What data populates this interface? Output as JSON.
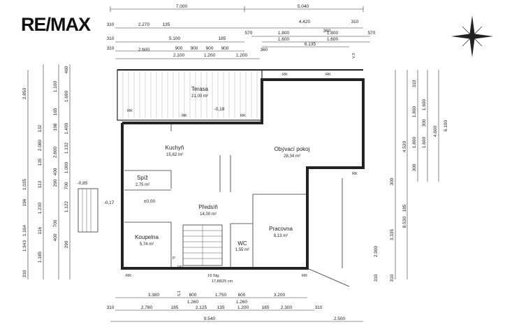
{
  "brand": {
    "logo_text": "RE/MAX"
  },
  "rooms": {
    "terasa": {
      "name": "Terasa",
      "area": "21,00 m²"
    },
    "kuchyn": {
      "name": "Kuchyň",
      "area": "15,82 m²"
    },
    "obyvaci": {
      "name": "Obývací pokoj",
      "area": "28,34 m²"
    },
    "spiz": {
      "name": "Spíž",
      "area": "2,75 m²"
    },
    "predsin": {
      "name": "Předsíň",
      "area": "14,00 m²"
    },
    "pracovna": {
      "name": "Pracovna",
      "area": "8,13 m²"
    },
    "koupelna": {
      "name": "Koupelna",
      "area": "5,74 m²"
    },
    "wc": {
      "name": "WC",
      "area": "1,55 m²"
    }
  },
  "levels": {
    "terrace": "-0,18",
    "entry_step": "-0,17",
    "outside": "-0,85",
    "ground": "±0,00"
  },
  "stairs": {
    "line1": "16 Stg.",
    "line2": "17,88/25 cm"
  },
  "marks": {
    "rk": "RK",
    "rr": "RR",
    "section_a": "V.3",
    "section_b": "S.1",
    "column": "P"
  },
  "dims": {
    "top_total_left": "7.000",
    "top_total_right": "5.040",
    "top_r2_right": "4.420",
    "top_r2_a": "310",
    "top_r2_b": "2.270",
    "top_r2_c": "135",
    "top_r2_r_a": "360",
    "top_r2_r_b": "310",
    "top_r3_a": "310",
    "top_r3_b": "5.100",
    "top_r3_c": "185",
    "top_r3_r_a": "570",
    "top_r3_r_b": "1.800",
    "top_r3_r_c": "1.800",
    "top_r3_r_d": "570",
    "top_r4_a": "310",
    "top_r4_b": "900",
    "top_r4_c": "900",
    "top_r4_d": "900",
    "top_r4_e": "900",
    "top_r4_r_a": "1.600",
    "top_r4_r_b": "1.600",
    "top_r5_a": "2.600",
    "top_r5_b": "2.100",
    "top_r5_c": "1.200",
    "top_r5_d": "1.200",
    "top_r5_e": "6.135",
    "top_r5_f": "360",
    "bot_r1_a": "3.380",
    "bot_r1_b": "600",
    "bot_r1_c": "1.750",
    "bot_r1_d": "600",
    "bot_r1_e": "3.200",
    "bot_r2_a": "1.260",
    "bot_r2_b": "1.260",
    "bot_r3_a": "310",
    "bot_r3_b": "2.780",
    "bot_r3_c": "185",
    "bot_r3_d": "2.125",
    "bot_r3_e": "135",
    "bot_r3_f": "1.200",
    "bot_r3_g": "185",
    "bot_r3_h": "2.300",
    "bot_r3_i": "310",
    "bot_total_left": "9.540",
    "bot_total_right": "2.500",
    "left_outer": "2.850",
    "left_a": "1.100",
    "left_b": "1.690",
    "left_c": "460",
    "left_d": "165",
    "left_e": "2.080",
    "left_f": "1.400",
    "left_g": "135",
    "left_h": "198",
    "left_i": "132",
    "left_j": "2.800",
    "left_k": "1.132",
    "left_l": "1.000",
    "left_m": "1.035",
    "left_n": "113",
    "left_o": "400",
    "left_p": "700",
    "left_q": "290",
    "left_r": "196",
    "left_s": "1.230",
    "left_t": "1.122",
    "left_u": "1.164",
    "left_v": "116",
    "left_w": "1.943",
    "left_x": "700",
    "left_y": "1.185",
    "left_z": "400",
    "left_aa": "290",
    "left_bb": "310",
    "right_a": "310",
    "right_b": "1.800",
    "right_c": "1.600",
    "right_d": "300",
    "right_e": "4.520",
    "right_f": "1.800",
    "right_g": "1.600",
    "right_h": "300",
    "right_i": "4.600",
    "right_j": "6.100",
    "right_k": "185",
    "right_l": "3.335",
    "right_m": "8.530",
    "right_n": "2.900",
    "right_o": "310",
    "right_p": "300",
    "right_q": "310"
  }
}
